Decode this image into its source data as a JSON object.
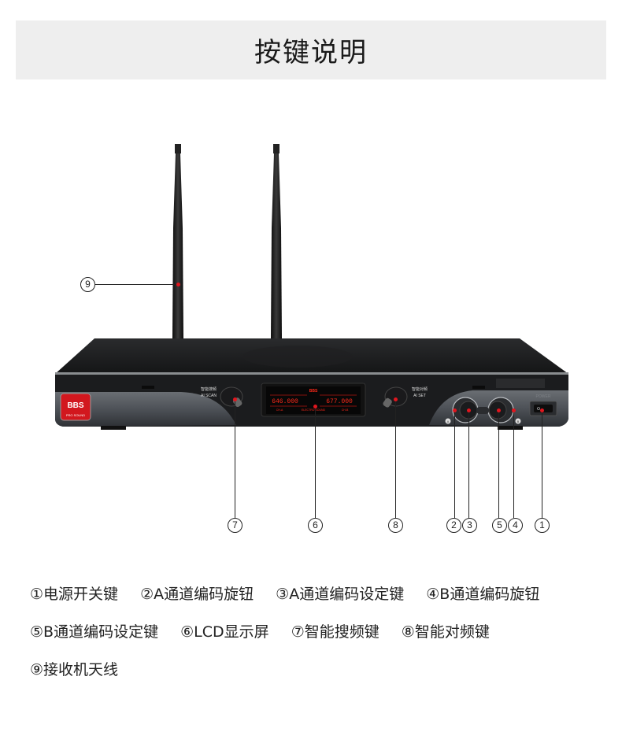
{
  "header": {
    "title": "按键说明"
  },
  "device": {
    "brand": "BBS",
    "brand_sub": "PRO SOUND",
    "ai_scan_cn": "智能搜频",
    "ai_scan_en": "AI SCAN",
    "ai_set_cn": "智能对频",
    "ai_set_en": "AI SET",
    "power_label": "POWER",
    "lcd": {
      "freq_a": "646.000",
      "freq_b": "677.000",
      "unit": "MHz",
      "ch_a": "CH-A",
      "ch_b": "CH-B",
      "center_logo": "BBS",
      "center_text": "ELECTRO SOUND"
    },
    "knob_a_label": "A",
    "knob_b_label": "B"
  },
  "callouts": {
    "c1": "1",
    "c2": "2",
    "c3": "3",
    "c4": "4",
    "c5": "5",
    "c6": "6",
    "c7": "7",
    "c8": "8",
    "c9": "9"
  },
  "legend": {
    "items": [
      "①电源开关键",
      "②A通道编码旋钮",
      "③A通道编码设定键",
      "④B通道编码旋钮",
      "⑤B通道编码设定键",
      "⑥LCD显示屏",
      "⑦智能搜频键",
      "⑧智能对频键",
      "⑨接收机天线"
    ]
  },
  "colors": {
    "accent_red": "#e0161e",
    "header_bg": "#eeeeee",
    "lcd_red": "#ff2a1a"
  }
}
